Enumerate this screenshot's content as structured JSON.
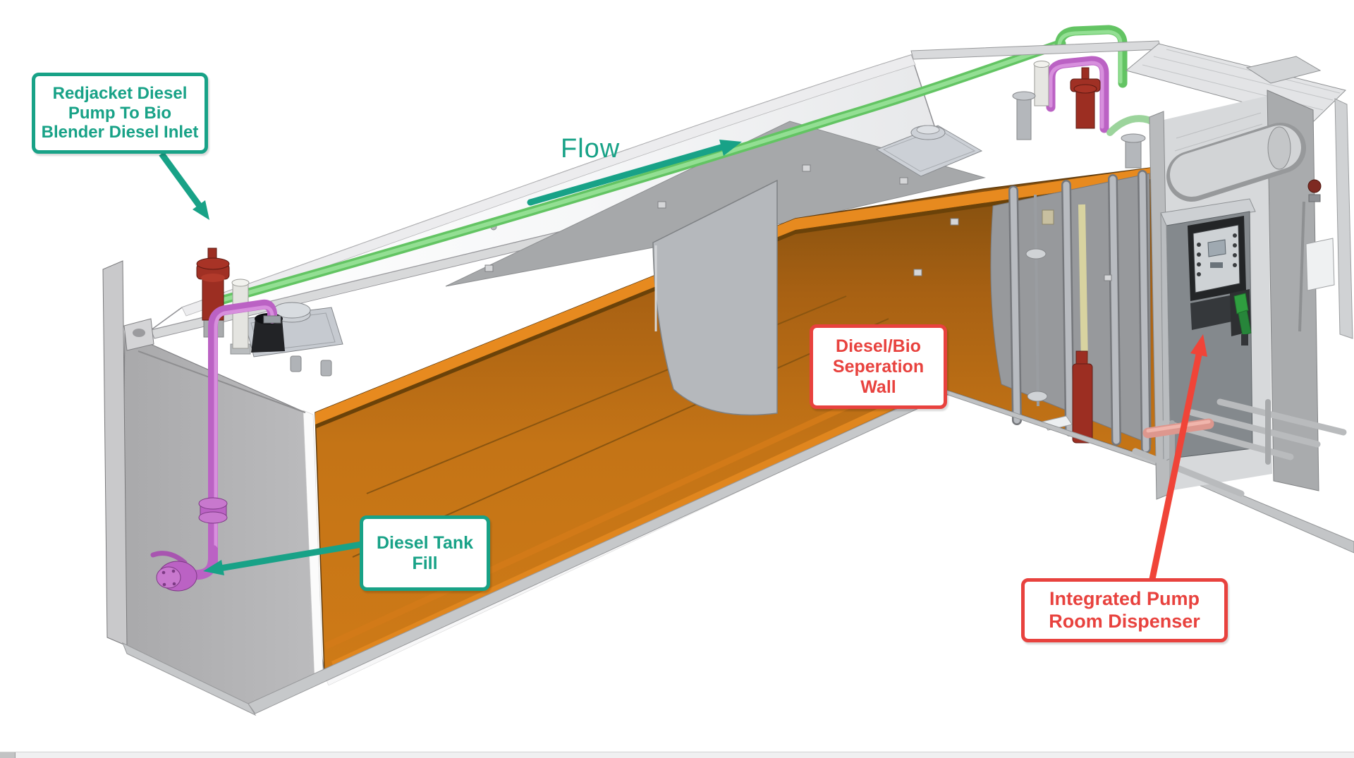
{
  "annotations": {
    "redjacket_inlet": {
      "text": "Redjacket Diesel\nPump To Bio\nBlender Diesel Inlet"
    },
    "flow": {
      "text": "Flow"
    },
    "separation_wall": {
      "text": "Diesel/Bio\nSeperation\nWall"
    },
    "diesel_tank_fill": {
      "text": "Diesel Tank\nFill"
    },
    "integrated_dispenser": {
      "text": "Integrated Pump\nRoom Dispenser"
    }
  },
  "colors": {
    "callout-green": "#18a287",
    "callout-red": "#e8423e",
    "tank-orange": "#c47416",
    "pipe-green": "#63c463",
    "pipe-magenta": "#bb62c4",
    "pump-red": "#9c2e22",
    "pipe-salmon": "#dd978e",
    "nozzle-green": "#2f9e3f"
  }
}
